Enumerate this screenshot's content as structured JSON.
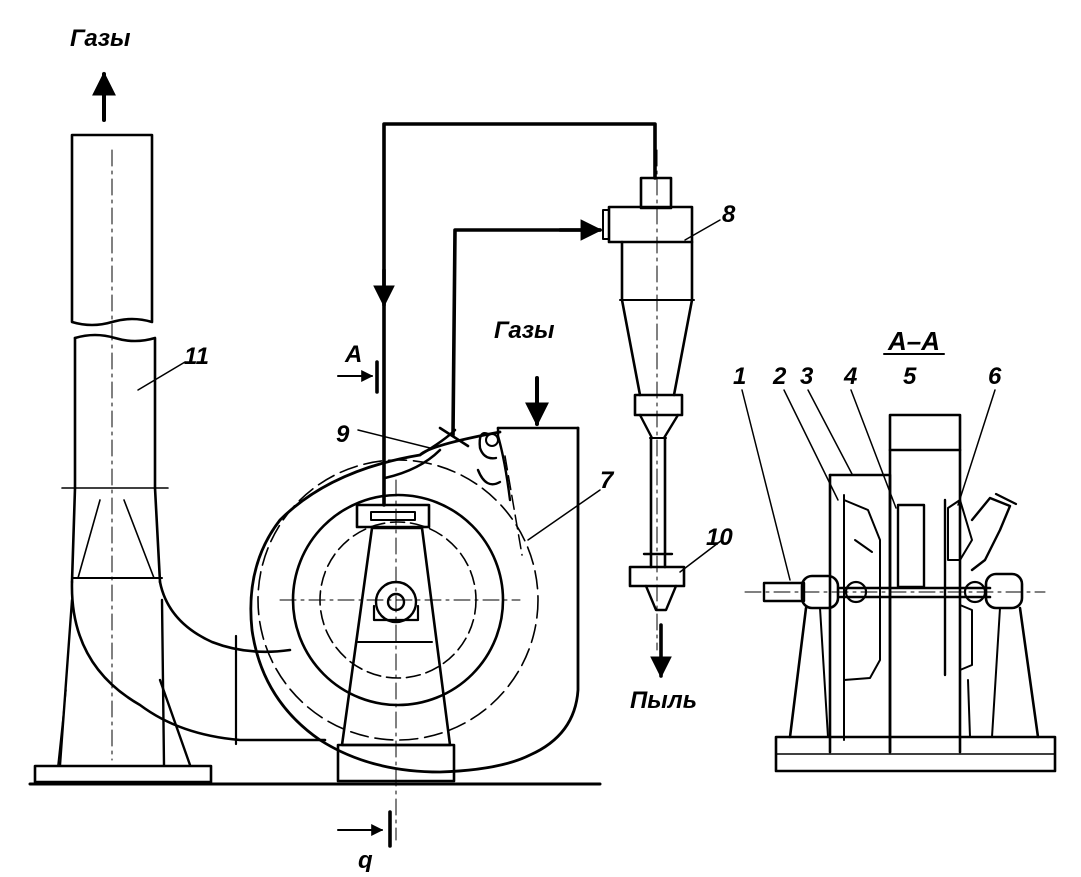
{
  "labels": {
    "gases_top": "Газы",
    "gases_inlet": "Газы",
    "dust": "Пыль",
    "section_title": "А–А",
    "section_a": "А",
    "section_q": "q",
    "n1": "1",
    "n2": "2",
    "n3": "3",
    "n4": "4",
    "n5": "5",
    "n6": "6",
    "n7": "7",
    "n8": "8",
    "n9": "9",
    "n10": "10",
    "n11": "11"
  },
  "colors": {
    "ink": "#000000",
    "paper": "#ffffff"
  }
}
